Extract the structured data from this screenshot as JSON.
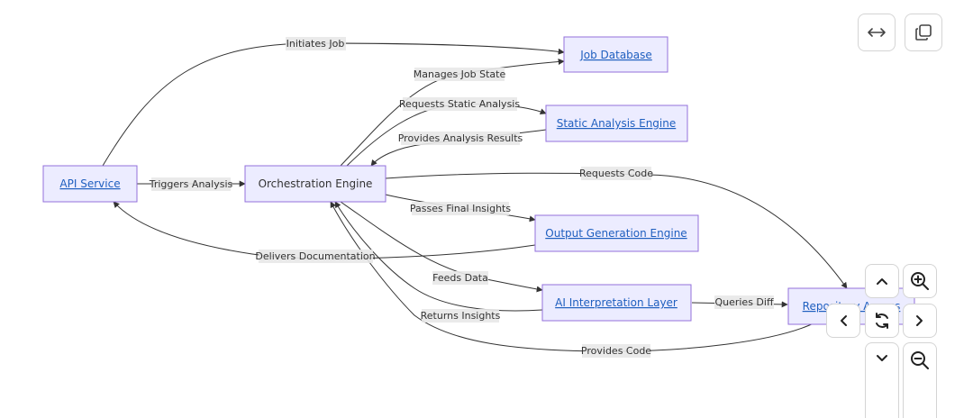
{
  "diagram": {
    "nodes": {
      "api": "API Service",
      "orch": "Orchestration Engine",
      "jobdb": "Job Database",
      "static": "Static Analysis Engine",
      "output": "Output Generation Engine",
      "ai": "AI Interpretation Layer",
      "repo": "Repository Access"
    },
    "edges": {
      "initiates_job": "Initiates Job",
      "manages_job_state": "Manages Job State",
      "requests_static_analysis": "Requests Static Analysis",
      "provides_analysis_results": "Provides Analysis Results",
      "triggers_analysis": "Triggers Analysis",
      "requests_code": "Requests Code",
      "passes_final_insights": "Passes Final Insights",
      "delivers_documentation": "Delivers Documentation",
      "feeds_data": "Feeds Data",
      "queries_diff": "Queries Diff",
      "returns_insights": "Returns Insights",
      "provides_code": "Provides Code"
    }
  },
  "toolbar": {
    "fit_width_icon": "horizontal-arrows-icon",
    "copy_icon": "copy-icon"
  },
  "zoom_controls": {
    "up_icon": "chevron-up-icon",
    "zoom_in_icon": "zoom-in-icon",
    "left_icon": "chevron-left-icon",
    "reset_icon": "refresh-icon",
    "right_icon": "chevron-right-icon",
    "down_icon": "chevron-down-icon",
    "zoom_out_icon": "zoom-out-icon"
  }
}
